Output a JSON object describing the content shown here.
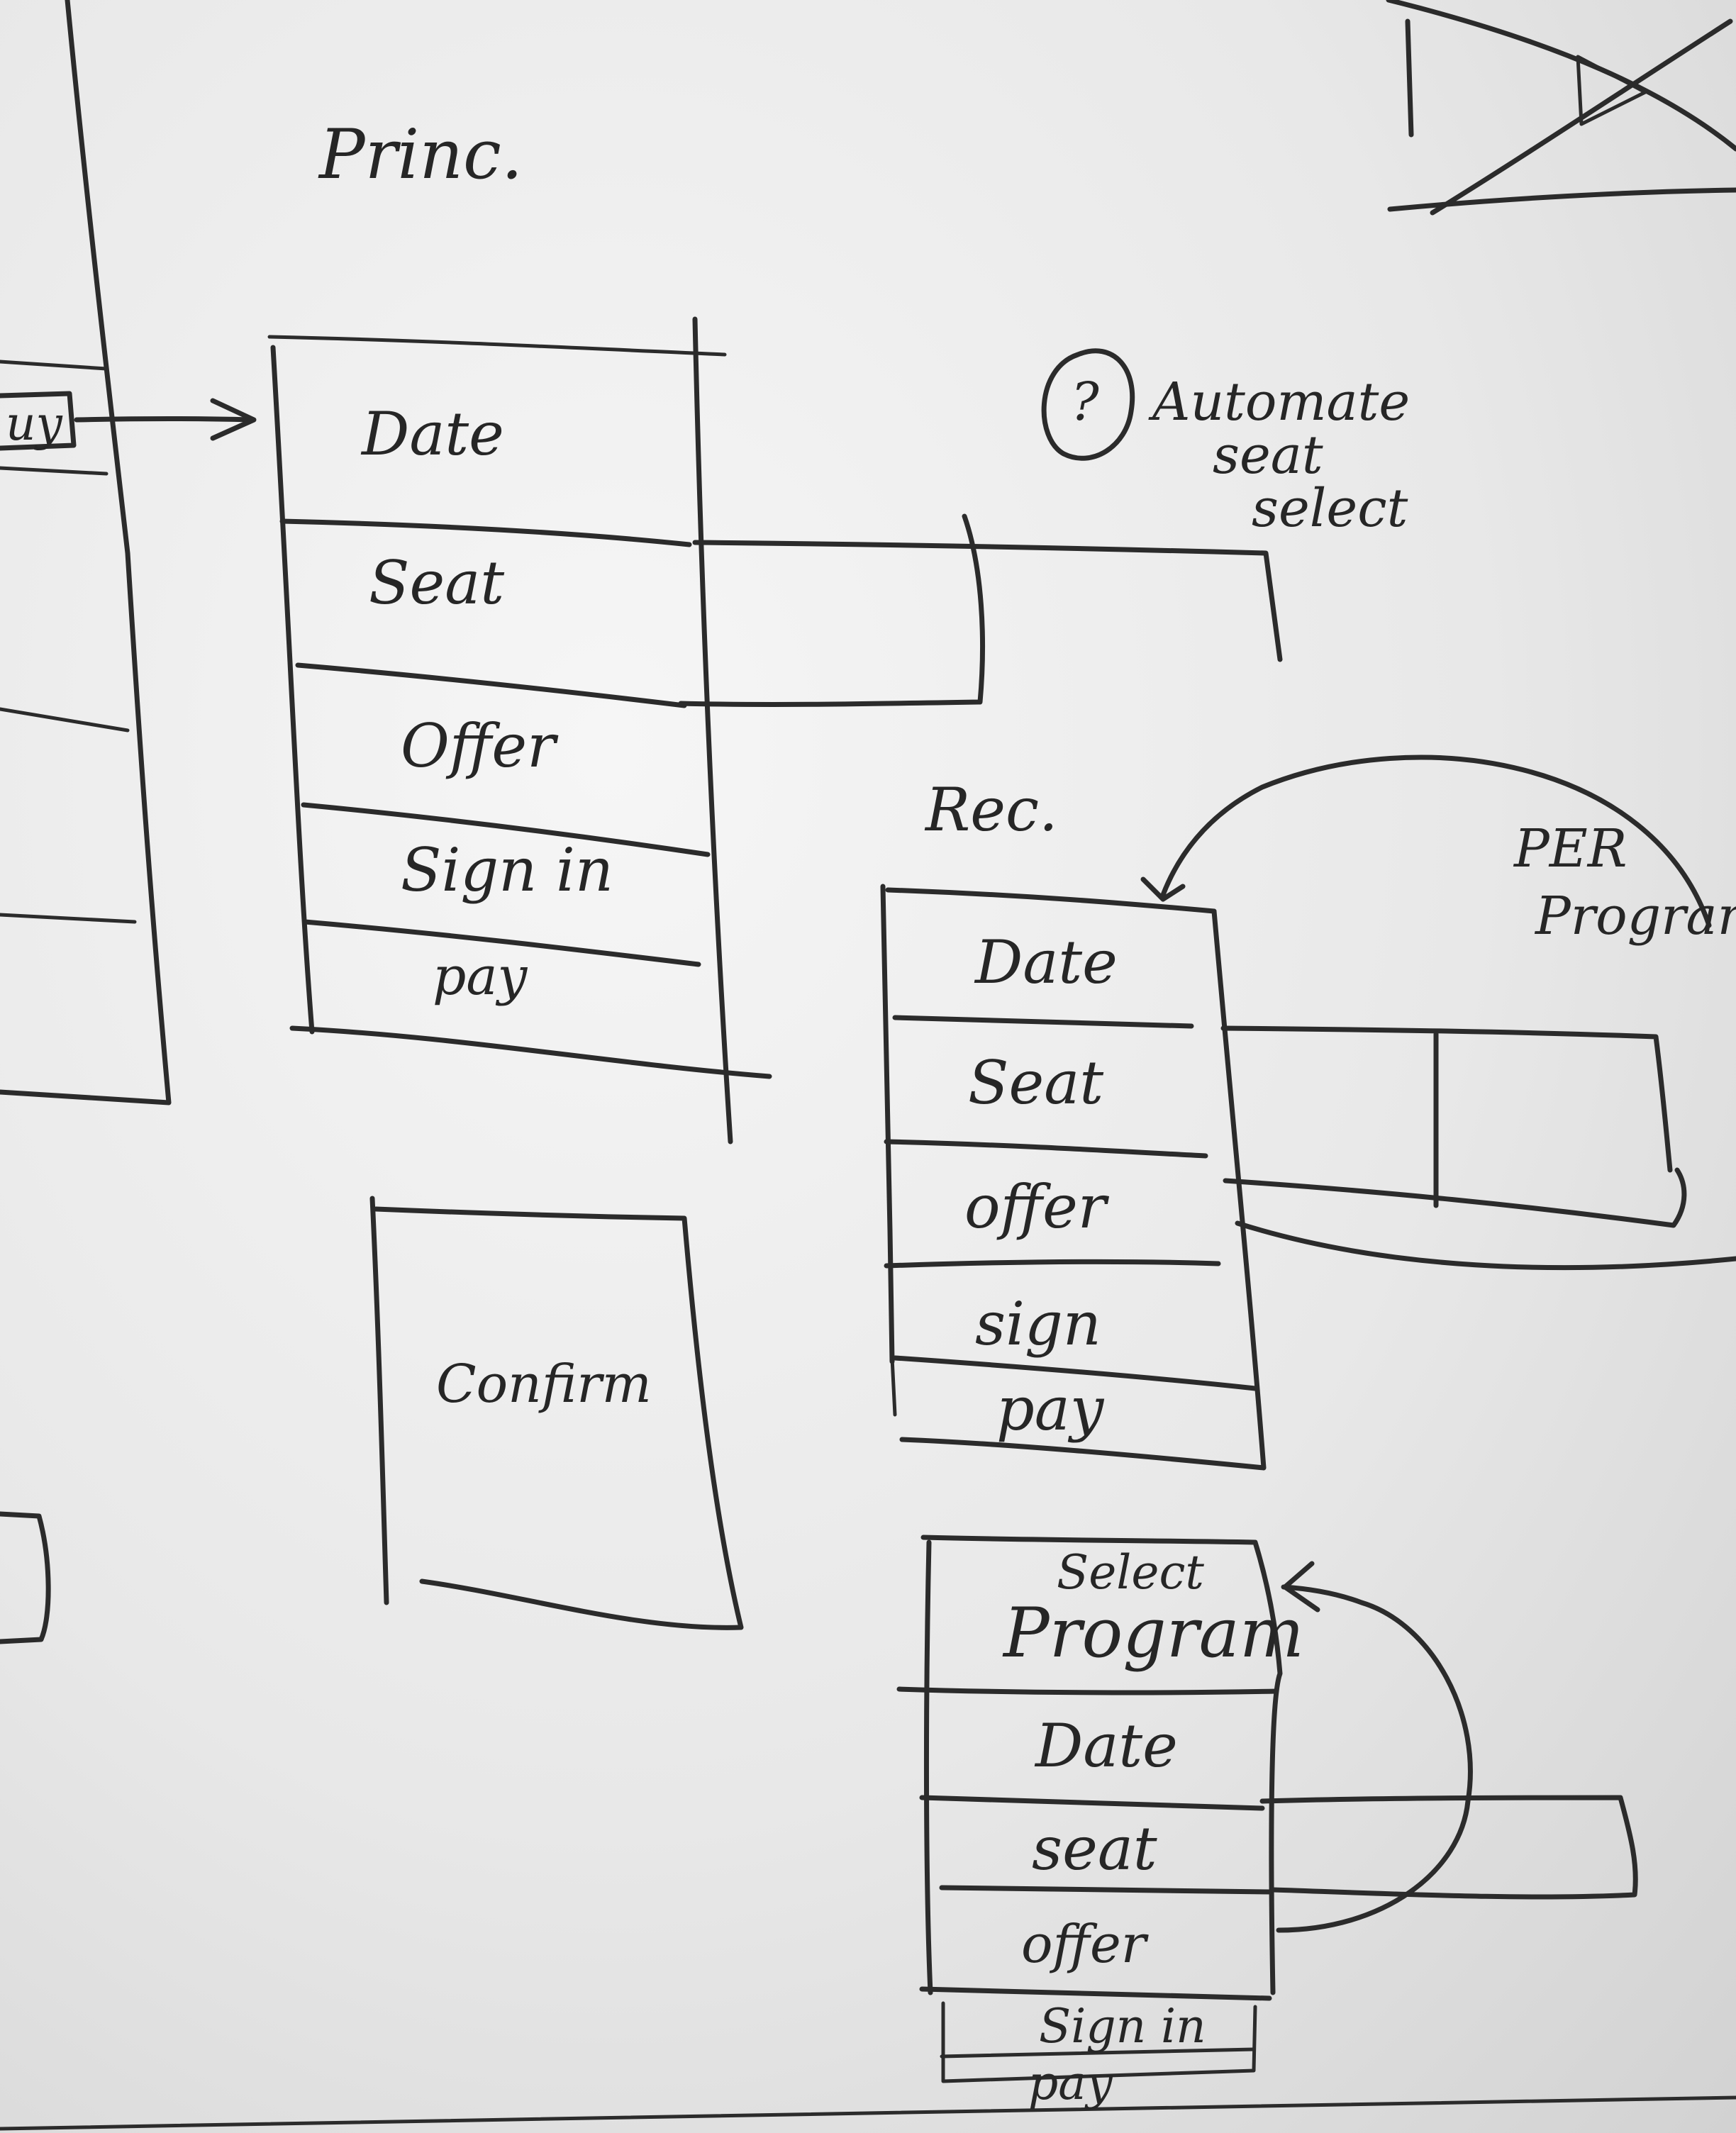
{
  "left_fragment": {
    "button_text": "uy"
  },
  "princ": {
    "title": "Princ.",
    "rows": [
      "Date",
      "Seat",
      "Offer",
      "Sign in",
      "pay"
    ]
  },
  "note": {
    "badge": "?",
    "lines": [
      "Automate",
      "seat",
      "select"
    ]
  },
  "confirm": {
    "label": "Confirm"
  },
  "rec": {
    "title": "Rec.",
    "rows": [
      "Date",
      "Seat",
      "offer",
      "sign",
      "pay"
    ]
  },
  "per_program": {
    "lines": [
      "PER",
      "Program"
    ]
  },
  "program_flow": {
    "header_lines": [
      "Select",
      "Program"
    ],
    "rows": [
      "Date",
      "seat",
      "offer",
      "Sign in",
      "pay"
    ]
  }
}
